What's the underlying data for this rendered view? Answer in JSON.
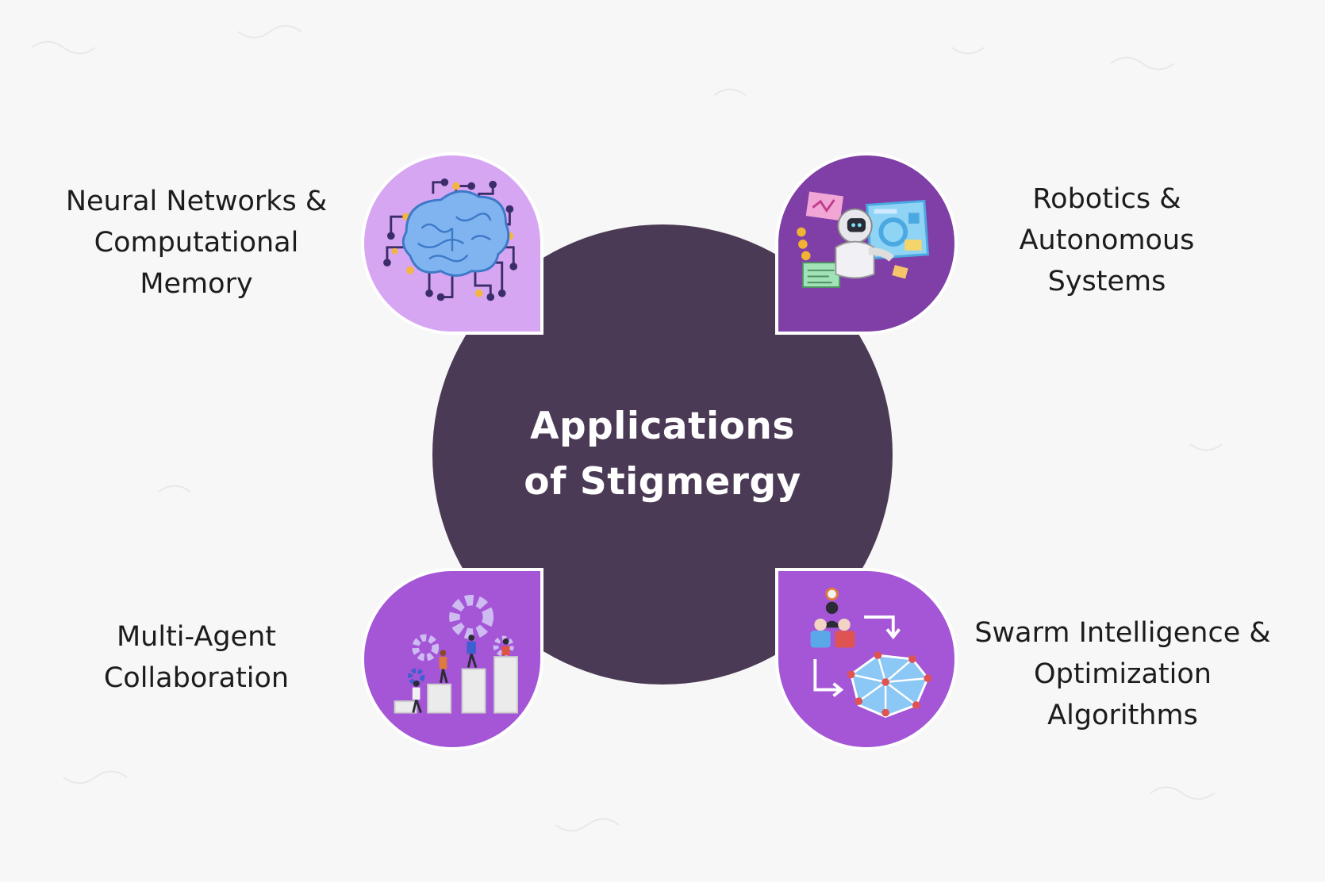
{
  "hub": {
    "title": "Applications of Stigmergy"
  },
  "colors": {
    "background": "#f7f7f7",
    "hub": "#4b3a55",
    "petal_light": "#d7a6f2",
    "petal_dark": "#7f3fa6",
    "petal_mid": "#a456d6",
    "text": "#1c1c1c"
  },
  "topics": [
    {
      "position": "top-left",
      "lines": [
        "Neural Networks &",
        "Computational",
        "Memory"
      ],
      "icon": "brain-circuit-icon"
    },
    {
      "position": "top-right",
      "lines": [
        "Robotics &",
        "Autonomous",
        "Systems"
      ],
      "icon": "robot-dashboard-icon"
    },
    {
      "position": "bottom-left",
      "lines": [
        "Multi-Agent",
        "Collaboration"
      ],
      "icon": "gears-team-icon"
    },
    {
      "position": "bottom-right",
      "lines": [
        "Swarm Intelligence &",
        "Optimization",
        "Algorithms"
      ],
      "icon": "swarm-network-icon"
    }
  ]
}
